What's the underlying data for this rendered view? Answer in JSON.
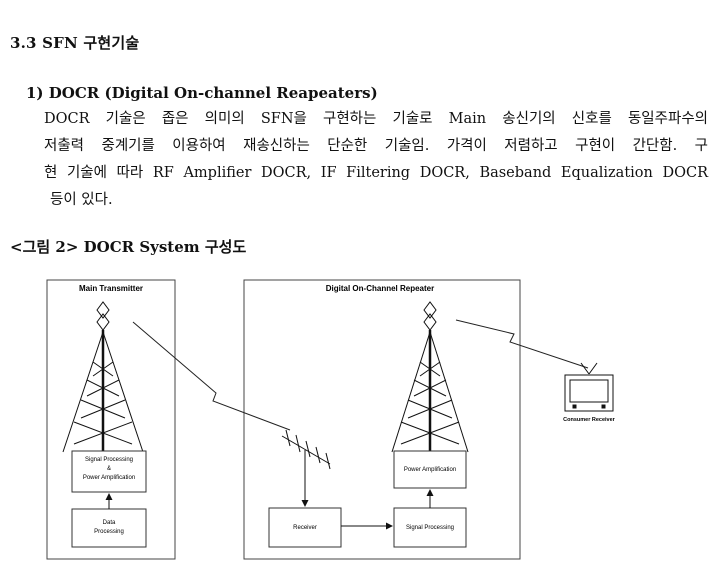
{
  "section": {
    "number": "3.3",
    "title": "SFN 구현기술"
  },
  "subsection": {
    "number": "1)",
    "title": "DOCR (Digital On-channel Reapeaters)"
  },
  "paragraph": {
    "line1": "DOCR 기술은 좁은 의미의 SFN을 구현하는 기술로 Main 송신기의 신호를 동일주파수의",
    "line2": "저출력 중계기를 이용하여 재송신하는 단순한 기술임. 가격이 저렴하고 구현이 간단함. 구",
    "line3": "현 기술에 따라 RF Amplifier DOCR, IF Filtering DOCR, Baseband Equalization DOCR",
    "line4": "등이 있다."
  },
  "figure_caption": "<그림 2> DOCR System 구성도",
  "diagram": {
    "main_box_title": "Main Transmitter",
    "repeater_box_title": "Digital On-Channel Repeater",
    "signal_processing_power": [
      "Signal Processing",
      "&",
      "Power Amplification"
    ],
    "data_processing": [
      "Data",
      "Processing"
    ],
    "receiver": "Receiver",
    "signal_processing": "Signal Processing",
    "power_amplification": "Power Amplification",
    "consumer_receiver": "Consumer Receiver"
  }
}
